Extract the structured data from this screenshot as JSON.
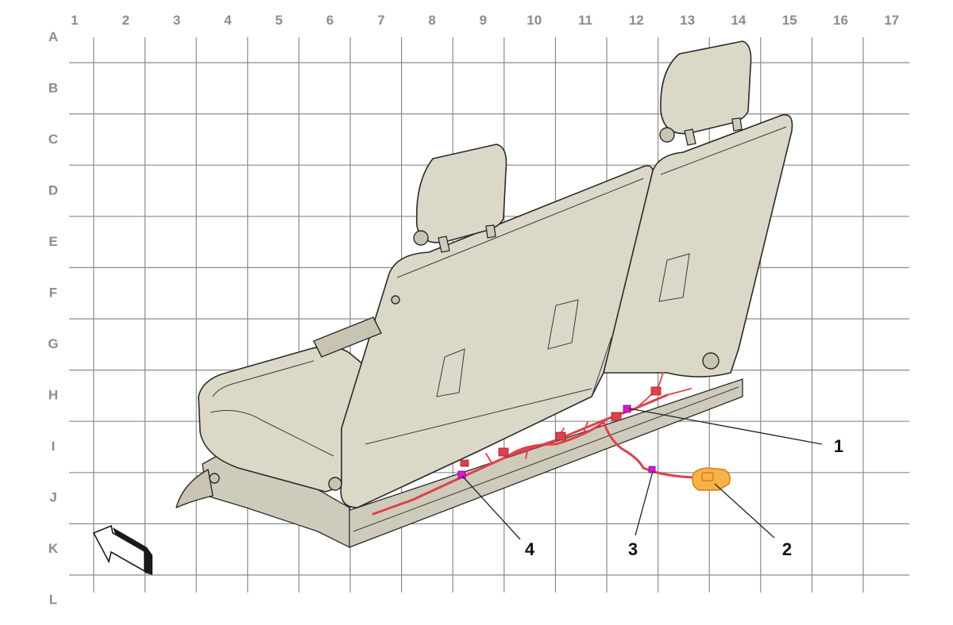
{
  "grid": {
    "columns": [
      "1",
      "2",
      "3",
      "4",
      "5",
      "6",
      "7",
      "8",
      "9",
      "10",
      "11",
      "12",
      "13",
      "14",
      "15",
      "16",
      "17"
    ],
    "rows": [
      "A",
      "B",
      "C",
      "D",
      "E",
      "F",
      "G",
      "H",
      "I",
      "J",
      "K",
      "L"
    ]
  },
  "callouts": [
    {
      "id": "1",
      "label": "1"
    },
    {
      "id": "2",
      "label": "2"
    },
    {
      "id": "3",
      "label": "3"
    },
    {
      "id": "4",
      "label": "4"
    }
  ],
  "colors": {
    "seat": "#dcd8c8",
    "harness": "#e0404a",
    "connector": "#d41bd4",
    "module": "#f7b24a",
    "grid": "#8a8a8a",
    "grid_label": "#8c8c8c"
  },
  "icons": [
    "direction-arrow-icon"
  ]
}
